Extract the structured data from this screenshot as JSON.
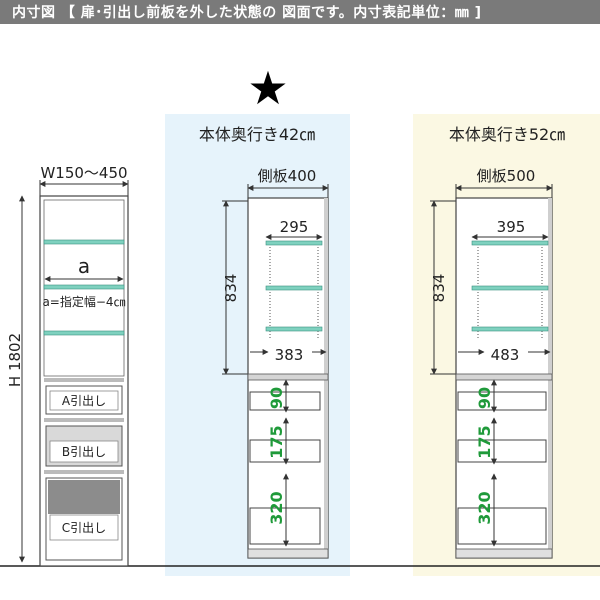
{
  "header": {
    "text": "内寸図 【 扉･引出し前板を外した状態の 図面です。内寸表記単位：㎜ ]"
  },
  "marker": "★",
  "colors": {
    "header_bg": "#7a7a7a",
    "panel_42": "#e6f3fb",
    "panel_52": "#fbf8e3",
    "shelf": "#7fd1bf",
    "dim_green": "#1f9a3a"
  },
  "left_unit": {
    "width_label": "W150〜450",
    "height_label": "H 1802",
    "inner_width_label": "a",
    "inner_width_note": "a=指定幅−4㎝",
    "drawers": [
      "A引出し",
      "B引出し",
      "C引出し"
    ]
  },
  "unit_42": {
    "title": "本体奥行き42㎝",
    "side_label": "側板400",
    "shelf_depth": "295",
    "inner_depth": "383",
    "upper_height": "834",
    "drawer_heights": [
      "90",
      "175",
      "320"
    ]
  },
  "unit_52": {
    "title": "本体奥行き52㎝",
    "side_label": "側板500",
    "shelf_depth": "395",
    "inner_depth": "483",
    "upper_height": "834",
    "drawer_heights": [
      "90",
      "175",
      "320"
    ]
  }
}
